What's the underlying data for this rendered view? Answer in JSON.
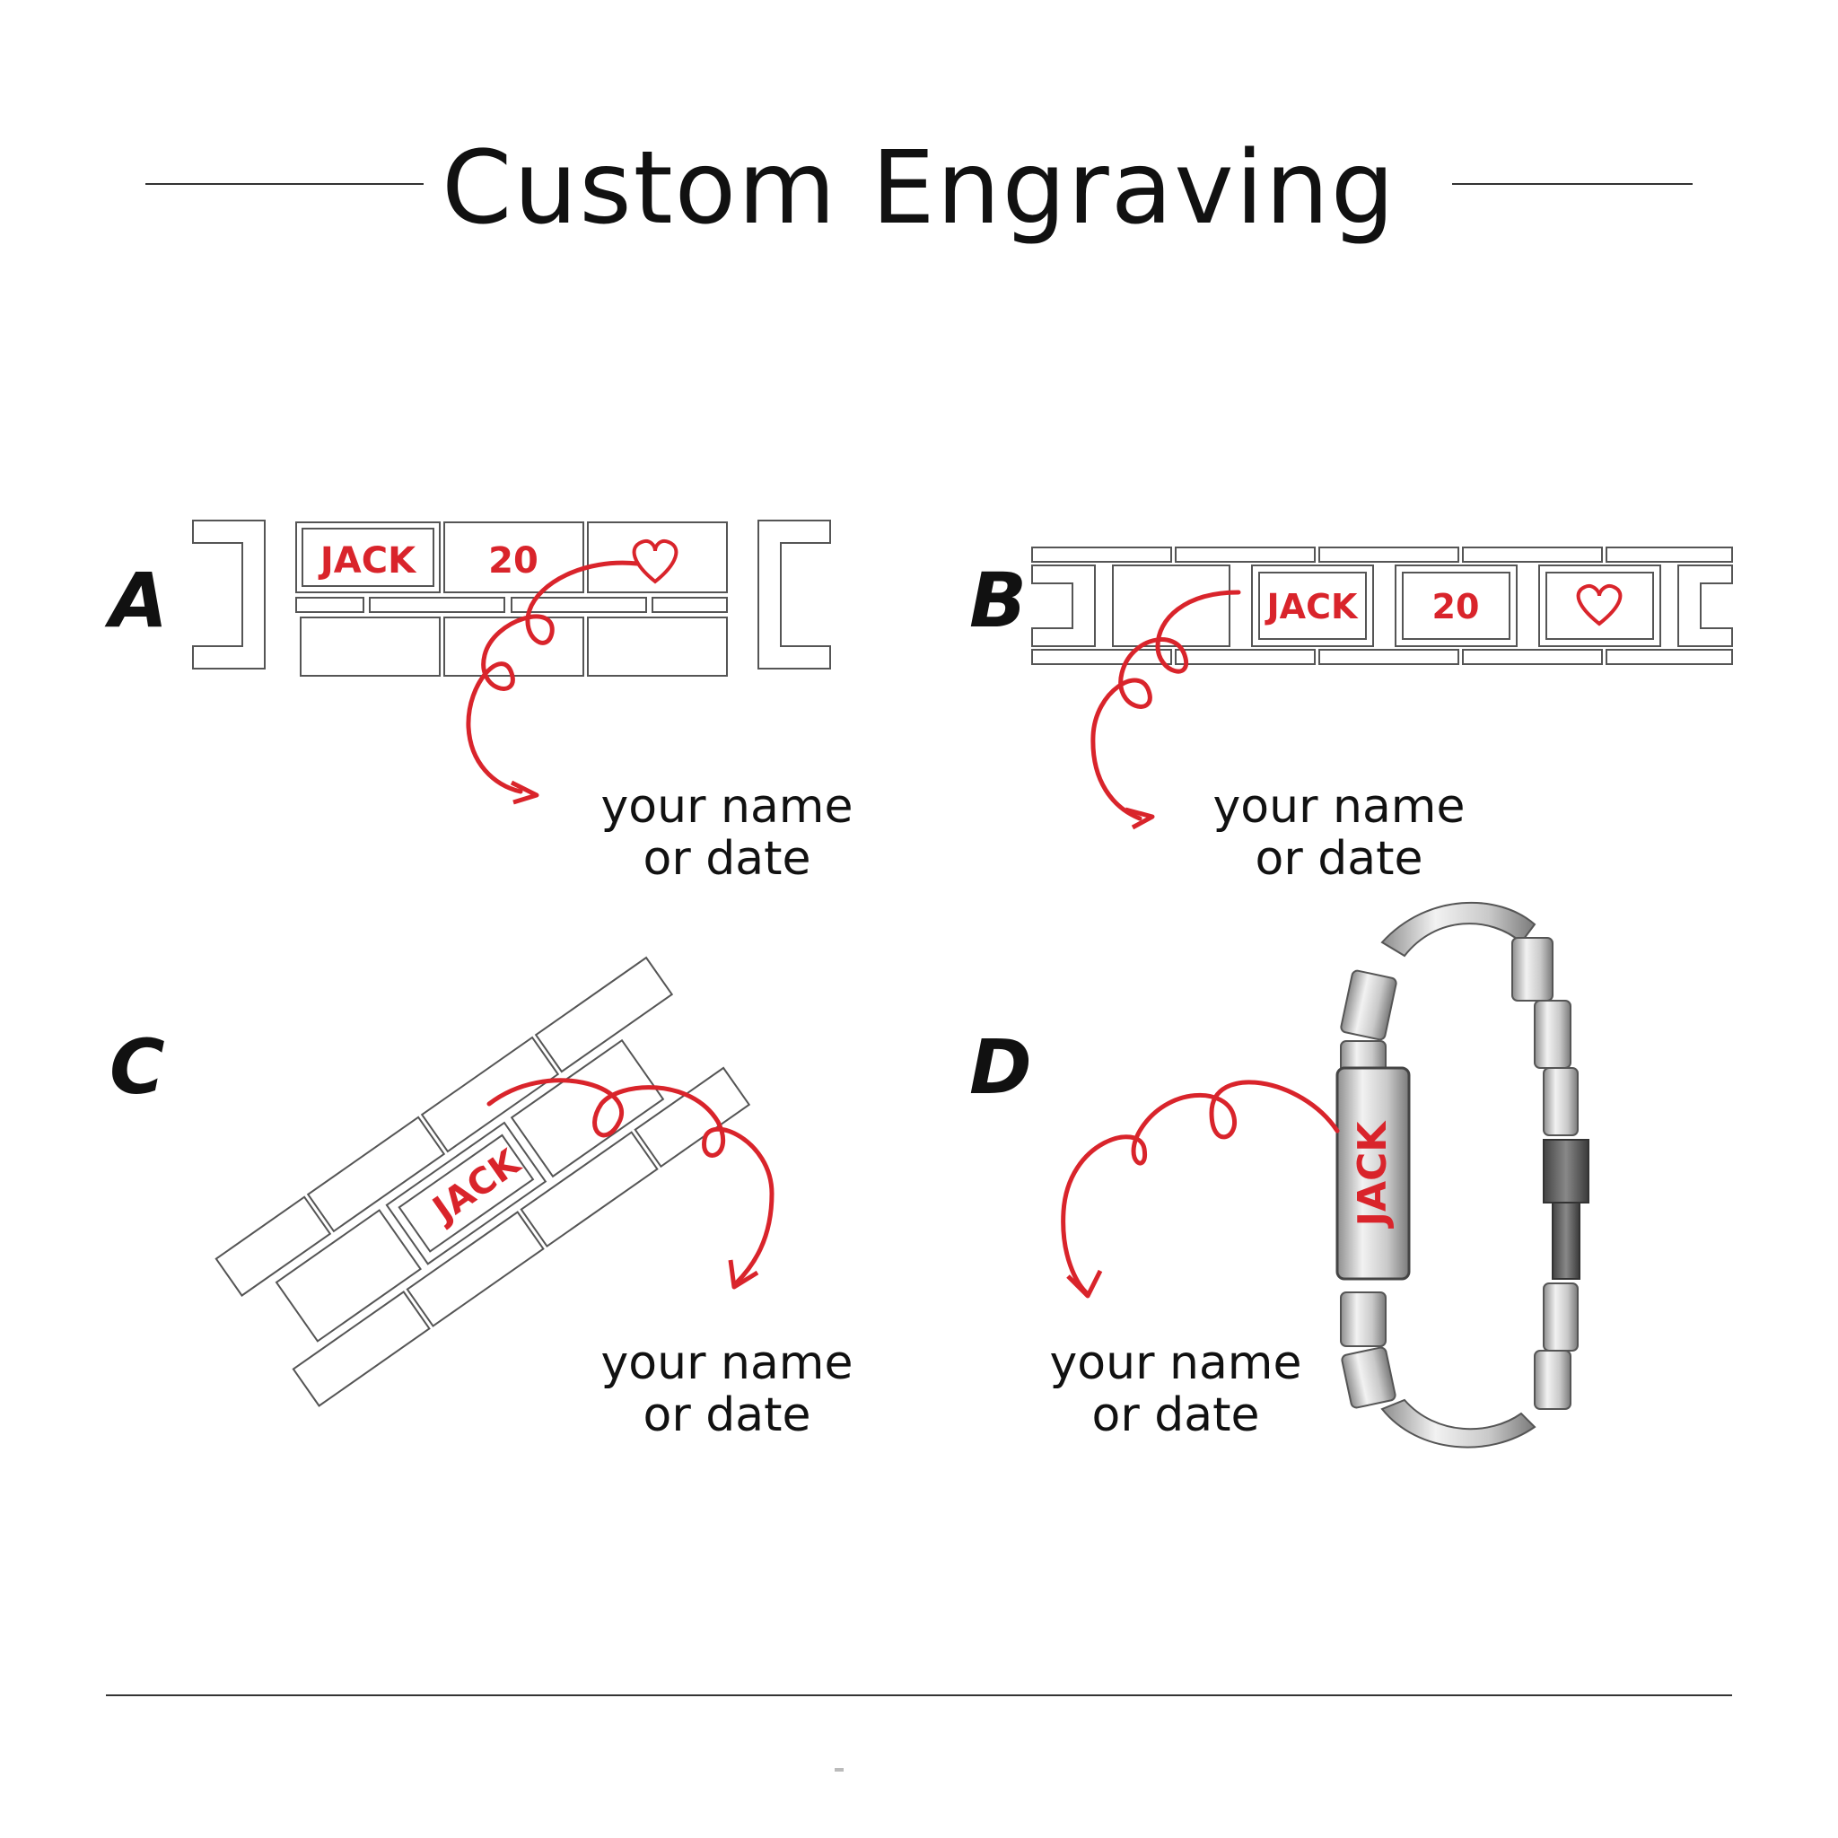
{
  "title": "Custom Engraving",
  "colors": {
    "accent_red": "#d9242b",
    "line": "#333333",
    "text": "#111111"
  },
  "variants": [
    {
      "letter": "A",
      "engravings": [
        "JACK",
        "20"
      ],
      "icon": "heart-icon",
      "caption_line1": "your name",
      "caption_line2": "or date"
    },
    {
      "letter": "B",
      "engravings": [
        "JACK",
        "20"
      ],
      "icon": "heart-icon",
      "caption_line1": "your name",
      "caption_line2": "or date"
    },
    {
      "letter": "C",
      "engravings": [
        "JACK"
      ],
      "caption_line1": "your name",
      "caption_line2": "or date"
    },
    {
      "letter": "D",
      "engravings": [
        "JACK"
      ],
      "caption_line1": "your name",
      "caption_line2": "or date"
    }
  ]
}
